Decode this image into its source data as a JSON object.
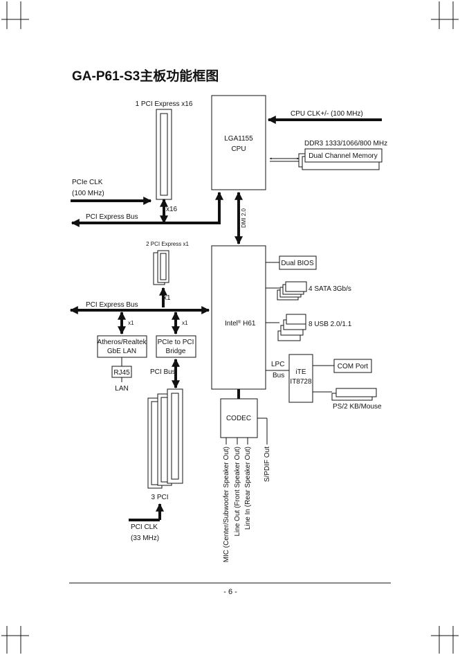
{
  "title": "GA-P61-S3主板功能框图",
  "page_number": "- 6 -",
  "cpu": {
    "line1": "LGA1155",
    "line2": "CPU"
  },
  "chipset": {
    "name_prefix": "Intel",
    "reg": "®",
    "name_suffix": " H61"
  },
  "cpu_clk": "CPU CLK+/- (100 MHz)",
  "ddr": {
    "spec": "DDR3 1333/1066/800 MHz",
    "label": "Dual Channel Memory"
  },
  "pcie_x16": {
    "slot_label": "1 PCI Express x16",
    "lane_label": "x16"
  },
  "pcie_clk": {
    "line1": "PCIe CLK",
    "line2": "(100 MHz)"
  },
  "pci_express_bus_top": "PCI Express Bus",
  "dmi": "DMI 2.0",
  "pcie_x1": {
    "slot_label": "2 PCI Express x1",
    "lane_label": "x1"
  },
  "pci_express_bus_mid": "PCI Express Bus",
  "lan_lane": "x1",
  "bridge_lane": "x1",
  "lan_chip": {
    "line1": "Atheros/Realtek",
    "line2": "GbE LAN"
  },
  "bridge": {
    "line1": "PCIe to PCI",
    "line2": "Bridge"
  },
  "rj45": "RJ45",
  "lan": "LAN",
  "pci_bus": "PCI Bus",
  "pci_slots": "3 PCI",
  "pci_clk": {
    "line1": "PCI CLK",
    "line2": "(33 MHz)"
  },
  "dual_bios": "Dual BIOS",
  "sata": "4 SATA 3Gb/s",
  "usb": "8 USB 2.0/1.1",
  "lpc": {
    "line1": "LPC",
    "line2": "Bus"
  },
  "ite": {
    "line1": "iTE",
    "line2": "IT8728"
  },
  "com_port": "COM Port",
  "ps2": "PS/2 KB/Mouse",
  "codec": "CODEC",
  "audio": {
    "mic": "MIC (Center/Subwoofer Speaker Out)",
    "line_out": "Line Out (Front Speaker Out)",
    "line_in": "Line In (Rear Speaker Out)",
    "spdif": "S/PDIF Out"
  }
}
